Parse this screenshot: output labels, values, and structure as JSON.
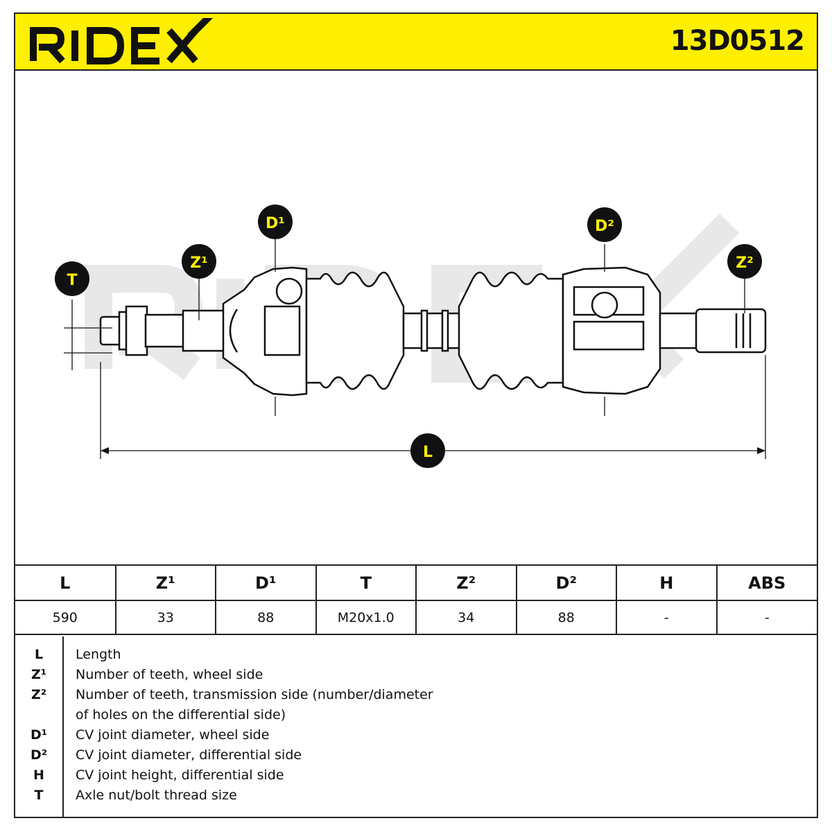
{
  "header": {
    "brand": "RIDEX",
    "part_number": "13D0512",
    "brand_color": "#ffef00"
  },
  "drawing": {
    "watermark": "RIDEX",
    "markers": {
      "T": "T",
      "Z1": "Z¹",
      "D1": "D¹",
      "D2": "D²",
      "Z2": "Z²",
      "L": "L"
    },
    "marker_fill": "#111111",
    "marker_text_color": "#ffef00"
  },
  "spec_table": {
    "headers": [
      "L",
      "Z¹",
      "D¹",
      "T",
      "Z²",
      "D²",
      "H",
      "ABS"
    ],
    "values": [
      "590",
      "33",
      "88",
      "M20x1.0",
      "34",
      "88",
      "-",
      "-"
    ]
  },
  "legend": [
    {
      "key": "L",
      "desc": "Length"
    },
    {
      "key": "Z¹",
      "desc": "Number of teeth, wheel side"
    },
    {
      "key": "Z²",
      "desc": "Number of teeth, transmission side (number/diameter"
    },
    {
      "key": "",
      "desc": "of holes on the differential side)"
    },
    {
      "key": "D¹",
      "desc": "CV joint diameter, wheel side"
    },
    {
      "key": "D²",
      "desc": "CV joint diameter, differential side"
    },
    {
      "key": "H",
      "desc": "CV joint height, differential side"
    },
    {
      "key": "T",
      "desc": "Axle nut/bolt thread size"
    }
  ]
}
